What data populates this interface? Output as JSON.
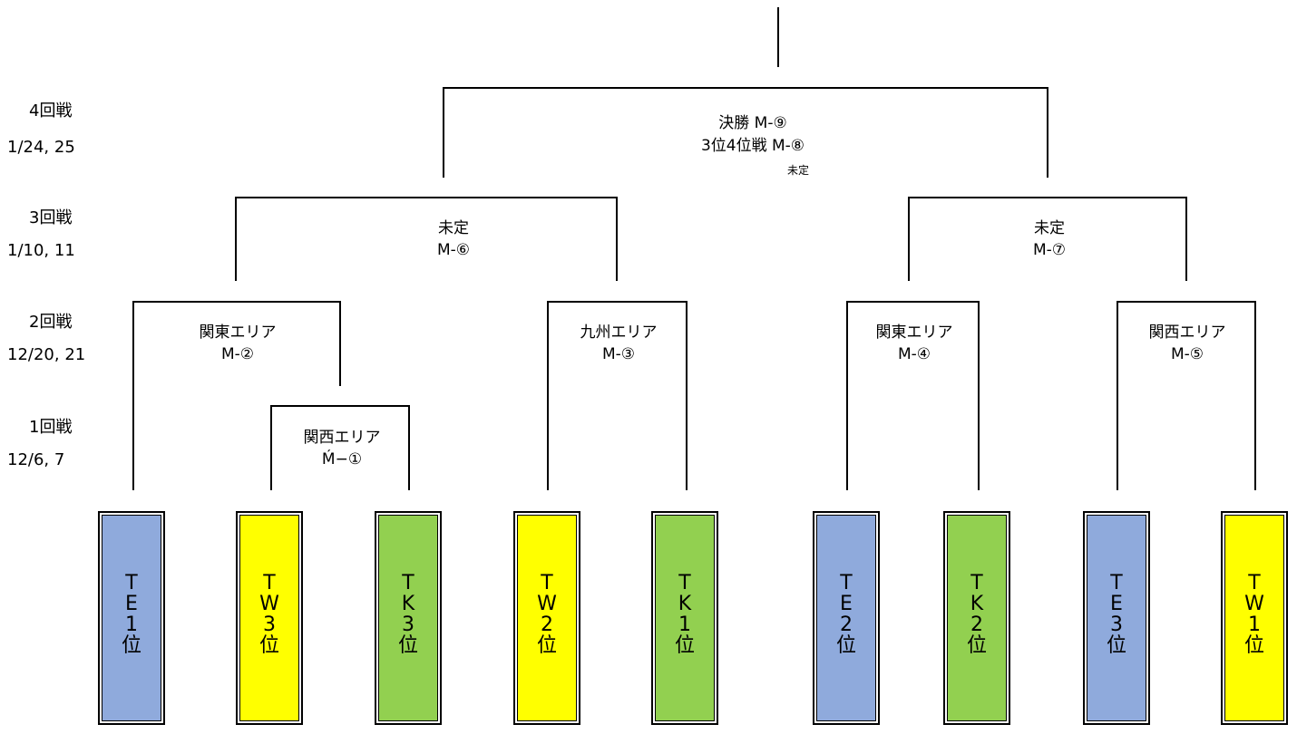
{
  "rounds": [
    {
      "name": "4回戦",
      "date": "1/24, 25"
    },
    {
      "name": "3回戦",
      "date": "1/10, 11"
    },
    {
      "name": "2回戦",
      "date": "12/20, 21"
    },
    {
      "name": "1回戦",
      "date": "12/6, 7"
    }
  ],
  "final": {
    "line1": "決勝  M-⑨",
    "line2": "3位4位戦  M-⑧",
    "note": "未定"
  },
  "matches": {
    "m6": {
      "venue": "未定",
      "id": "M-⑥"
    },
    "m7": {
      "venue": "未定",
      "id": "M-⑦"
    },
    "m2": {
      "venue": "関東エリア",
      "id": "M-②"
    },
    "m3": {
      "venue": "九州エリア",
      "id": "M-③"
    },
    "m4": {
      "venue": "関東エリア",
      "id": "M-④"
    },
    "m5": {
      "venue": "関西エリア",
      "id": "M-⑤"
    },
    "m1": {
      "venue": "関西エリア",
      "id": "Ḿ−①"
    }
  },
  "colors": {
    "TE": "#8faadc",
    "TW": "#ffff00",
    "TK": "#92d050"
  },
  "teams": [
    {
      "chars": [
        "T",
        "E",
        "1",
        "位"
      ],
      "group": "TE"
    },
    {
      "chars": [
        "T",
        "W",
        "3",
        "位"
      ],
      "group": "TW"
    },
    {
      "chars": [
        "T",
        "K",
        "3",
        "位"
      ],
      "group": "TK"
    },
    {
      "chars": [
        "T",
        "W",
        "2",
        "位"
      ],
      "group": "TW"
    },
    {
      "chars": [
        "T",
        "K",
        "1",
        "位"
      ],
      "group": "TK"
    },
    {
      "chars": [
        "T",
        "E",
        "2",
        "位"
      ],
      "group": "TE"
    },
    {
      "chars": [
        "T",
        "K",
        "2",
        "位"
      ],
      "group": "TK"
    },
    {
      "chars": [
        "T",
        "E",
        "3",
        "位"
      ],
      "group": "TE"
    },
    {
      "chars": [
        "T",
        "W",
        "1",
        "位"
      ],
      "group": "TW"
    }
  ]
}
